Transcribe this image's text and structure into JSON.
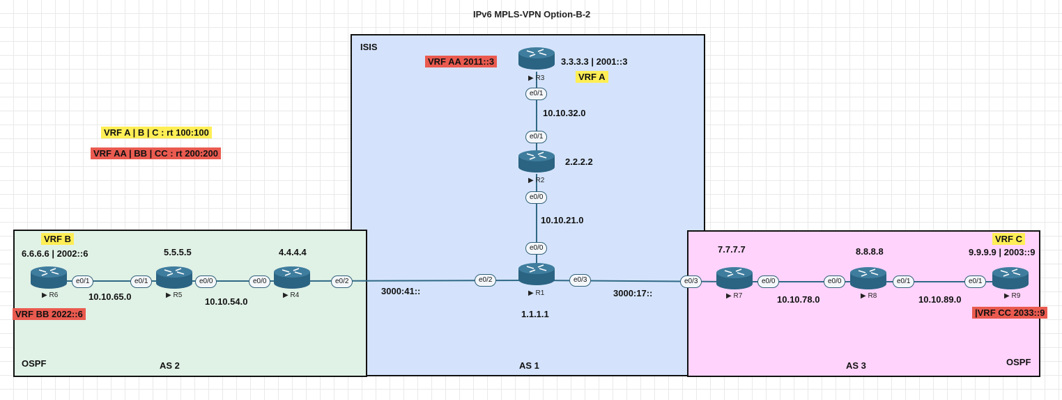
{
  "title": "IPv6 MPLS-VPN Option-B-2",
  "areas": {
    "isis": "ISIS",
    "as1": "AS 1",
    "as2": "AS 2",
    "as3": "AS 3",
    "ospf_left": "OSPF",
    "ospf_right": "OSPF"
  },
  "legend": {
    "rt_100": "VRF A | B | C : rt  100:100",
    "rt_200": "VRF AA | BB | CC : rt  200:200"
  },
  "vrfs": {
    "aa": "VRF AA  2011::3",
    "a": "VRF A",
    "b": "VRF B",
    "bb": "VRF BB  2022::6",
    "c": "VRF C",
    "cc": "|VRF CC  2033::9"
  },
  "routers": {
    "r1": {
      "name": "R1",
      "id": "1.1.1.1"
    },
    "r2": {
      "name": "R2",
      "id": "2.2.2.2"
    },
    "r3": {
      "name": "R3",
      "id": "3.3.3.3 | 2001::3"
    },
    "r4": {
      "name": "R4",
      "id": "4.4.4.4"
    },
    "r5": {
      "name": "R5",
      "id": "5.5.5.5"
    },
    "r6": {
      "name": "R6",
      "id": "6.6.6.6 | 2002::6"
    },
    "r7": {
      "name": "R7",
      "id": "7.7.7.7"
    },
    "r8": {
      "name": "R8",
      "id": "8.8.8.8"
    },
    "r9": {
      "name": "R9",
      "id": "9.9.9.9 | 2003::9"
    }
  },
  "interfaces": {
    "r3_e01": "e0/1",
    "r2_e01": "e0/1",
    "r2_e00": "e0/0",
    "r1_e00": "e0/0",
    "r1_e02": "e0/2",
    "r1_e03": "e0/3",
    "r4_e02": "e0/2",
    "r4_e00": "e0/0",
    "r5_e00": "e0/0",
    "r5_e01": "e0/1",
    "r6_e01": "e0/1",
    "r7_e03": "e0/3",
    "r7_e00": "e0/0",
    "r8_e00": "e0/0",
    "r8_e01": "e0/1",
    "r9_e01": "e0/1"
  },
  "networks": {
    "n32": "10.10.32.0",
    "n21": "10.10.21.0",
    "n41": "3000:41::",
    "n17": "3000:17::",
    "n54": "10.10.54.0",
    "n65": "10.10.65.0",
    "n78": "10.10.78.0",
    "n89": "10.10.89.0"
  },
  "colors": {
    "as1": "#d4e3fb",
    "as2": "#e0f1e6",
    "as3": "#ffd3fb",
    "vrf_yellow": "#ffee55",
    "vrf_red": "#ea5a4f",
    "router": "#2f6985",
    "link": "#2f6985"
  }
}
